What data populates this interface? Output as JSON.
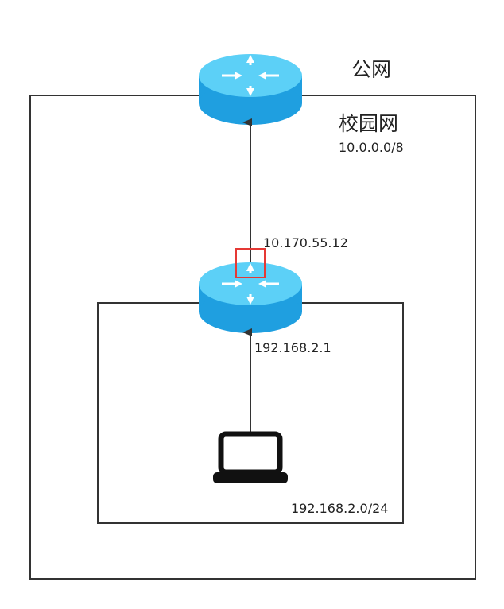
{
  "zones": {
    "public": {
      "label": "公网"
    },
    "campus": {
      "label": "校园网",
      "subnet": "10.0.0.0/8"
    },
    "lan": {
      "subnet": "192.168.2.0/24"
    }
  },
  "devices": {
    "top_router": {
      "icon": "router-icon"
    },
    "mid_router": {
      "icon": "router-icon",
      "wan_ip": "10.170.55.12",
      "lan_ip": "192.168.2.1"
    },
    "laptop": {
      "icon": "laptop-icon"
    }
  },
  "colors": {
    "router_top": "#5cd0f7",
    "router_body": "#1f9fe0",
    "highlight": "#e53935",
    "line": "#333333"
  }
}
